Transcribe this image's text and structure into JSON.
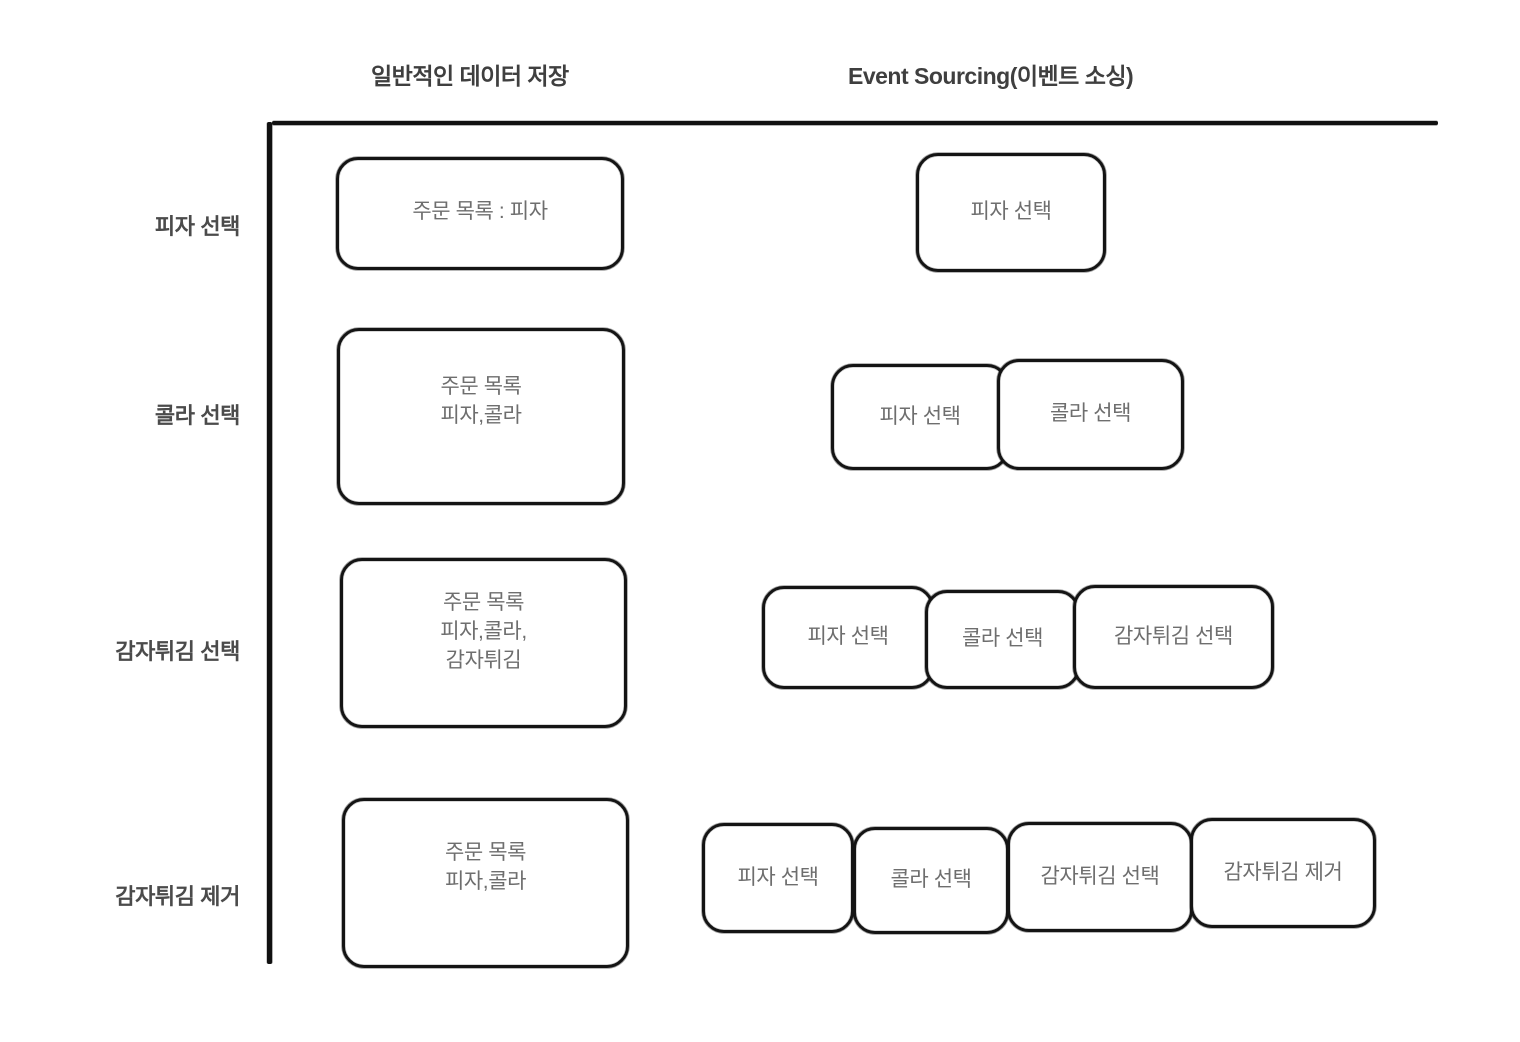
{
  "diagram": {
    "background_color": "#ffffff",
    "line_color": "#141414",
    "box_text_color": "#6e6e6e",
    "label_text_color": "#4b4b4b",
    "headers": {
      "traditional": "일반적인 데이터 저장",
      "event_sourcing": "Event Sourcing(이벤트 소싱)"
    },
    "rows": [
      {
        "label": "피자 선택",
        "traditional_box": "주문 목록 : 피자",
        "events": [
          "피자 선택"
        ]
      },
      {
        "label": "콜라 선택",
        "traditional_box": "주문 목록\n피자,콜라",
        "events": [
          "피자 선택",
          "콜라 선택"
        ]
      },
      {
        "label": "감자튀김 선택",
        "traditional_box": "주문 목록\n피자,콜라,\n감자튀김",
        "events": [
          "피자 선택",
          "콜라 선택",
          "감자튀김 선택"
        ]
      },
      {
        "label": "감자튀김 제거",
        "traditional_box": "주문 목록\n피자,콜라",
        "events": [
          "피자 선택",
          "콜라 선택",
          "감자튀김 선택",
          "감자튀김 제거"
        ]
      }
    ]
  }
}
